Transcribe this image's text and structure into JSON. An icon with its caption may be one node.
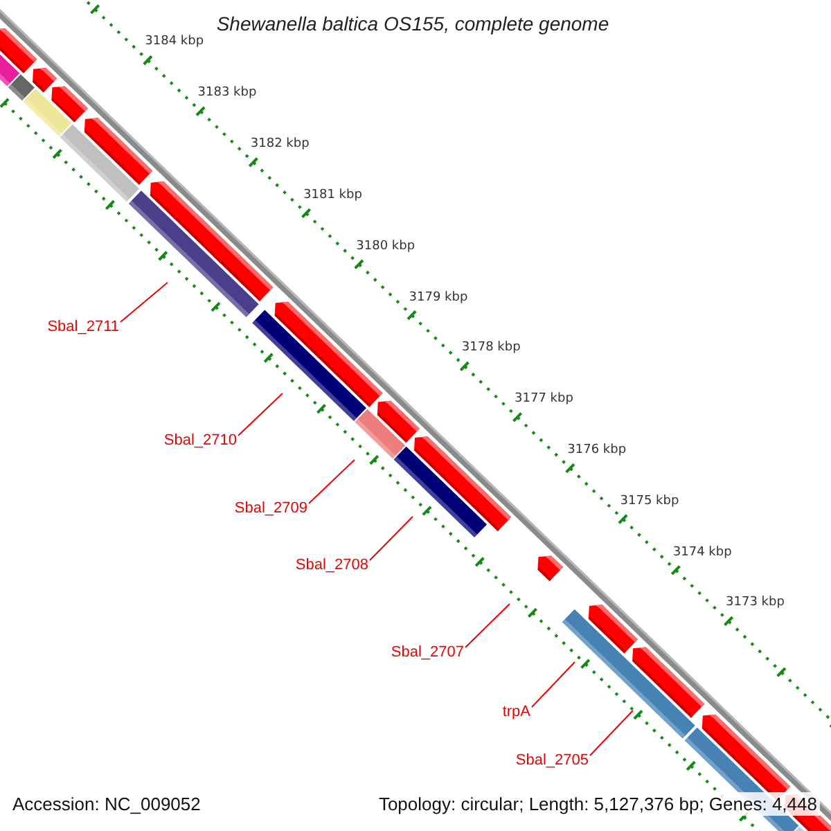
{
  "diagram": {
    "title": "Shewanella baltica OS155, complete genome",
    "nodes": [
      {
        "text": [
          "Sbal_2711"
        ]
      },
      {
        "text": [
          "Sbal_2710"
        ]
      },
      {
        "text": [
          "Sbal_2709"
        ]
      },
      {
        "text": [
          "Sbal_2708"
        ]
      },
      {
        "text": [
          "Sbal_2707"
        ]
      },
      {
        "text": [
          "trpA"
        ]
      },
      {
        "text": [
          "Sbal_2705"
        ]
      }
    ],
    "edges": [
      {
        "from": 0,
        "to": null,
        "arrow": "none"
      },
      {
        "from": 1,
        "to": null,
        "arrow": "none"
      },
      {
        "from": 2,
        "to": null,
        "arrow": "none"
      },
      {
        "from": 3,
        "to": null,
        "arrow": "none"
      },
      {
        "from": 4,
        "to": null,
        "arrow": "none"
      },
      {
        "from": 5,
        "to": null,
        "arrow": "none"
      },
      {
        "from": 6,
        "to": null,
        "arrow": "none"
      }
    ],
    "labels": [
      "3184 kbp",
      "3183 kbp",
      "3182 kbp",
      "3181 kbp",
      "3180 kbp",
      "3179 kbp",
      "3178 kbp",
      "3177 kbp",
      "3176 kbp",
      "3175 kbp",
      "3174 kbp",
      "3173 kbp",
      "Accession: NC_009052",
      "Topology: circular; Length: 5,127,376 bp; Genes: 4,448"
    ]
  }
}
